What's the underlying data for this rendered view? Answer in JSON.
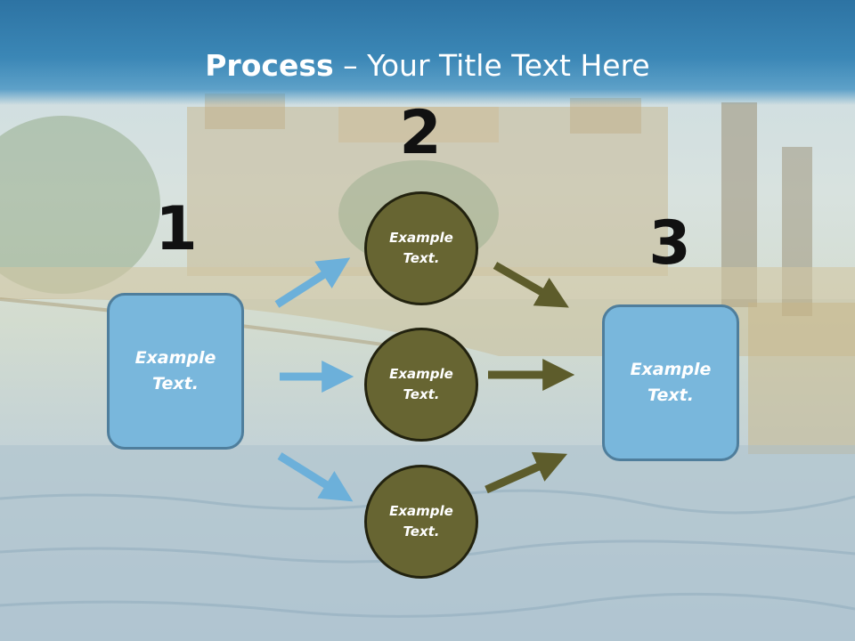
{
  "title": {
    "bold": "Process",
    "rest": " – Your Title Text Here"
  },
  "steps": [
    "1",
    "2",
    "3"
  ],
  "left_box": {
    "label": "Example\nText."
  },
  "circles": [
    {
      "label": "Example\nText."
    },
    {
      "label": "Example\nText."
    },
    {
      "label": "Example\nText."
    }
  ],
  "right_box": {
    "label": "Example\nText."
  },
  "colors": {
    "box_fill": "#79b7dc",
    "circle_fill": "#676532",
    "arrow_blue": "#6cb0da",
    "arrow_olive": "#5d5c2b",
    "title_bar": "#2d73a3"
  }
}
